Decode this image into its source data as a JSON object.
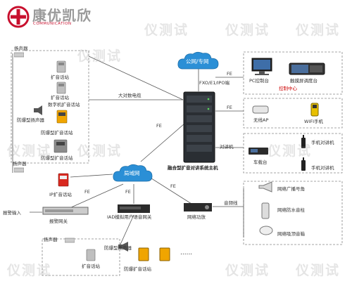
{
  "brand": {
    "name_cn": "康优凯欣",
    "name_en": "COMMUNICATION",
    "accent_color": "#c8102e"
  },
  "watermark_text": "仪测试",
  "clouds": {
    "public_network": "公网/专网",
    "lan": "局域网"
  },
  "core": {
    "host_label": "融合型扩音对讲系统主机",
    "interfaces_label": "FXO/E1/IPO端",
    "bigcable_label": "大对数电缆"
  },
  "left_panel": {
    "speaker_top": "扬声器",
    "phone_station_1": "扩音话站",
    "phone_station_2": "扩音话站",
    "digital_station": "数字机扩音话站",
    "explosion_speaker": "防爆型扬声器",
    "explosion_station_1": "防爆型扩音话站",
    "explosion_station_2": "防爆型扩音话站"
  },
  "right_panel": {
    "pc_label": "PC控制台",
    "touch_label": "触摸屏调度台",
    "dispatch_center": "控制中心",
    "wireless_ap": "无线AP",
    "wifi_phone": "WIFI手机",
    "relay_label": "对讲机",
    "handheld_1": "手机对讲机",
    "vehicle_radio": "车载台",
    "handheld_2": "手机对讲机",
    "audio_line": "音频线",
    "network_horn": "网络广播号角",
    "network_waterproof": "网络防水音柱",
    "network_ceiling": "网络吸顶音箱"
  },
  "bottom_panel": {
    "speaker_mid": "扬声器",
    "ip_station": "IP扩音话站",
    "alarm_input": "报警输入",
    "alarm_gateway": "报警网关",
    "iad_gateway": "IAD模拟用户语音网关",
    "network_amp": "网络功放",
    "speaker_bottom": "扬声器",
    "explosion_speaker_bottom": "防爆型扬声器",
    "phone_station_bottom": "扩音话站",
    "explosion_station_bottom": "防爆扩音话站",
    "ellipsis": "......"
  },
  "link_labels": {
    "fe": "FE"
  }
}
